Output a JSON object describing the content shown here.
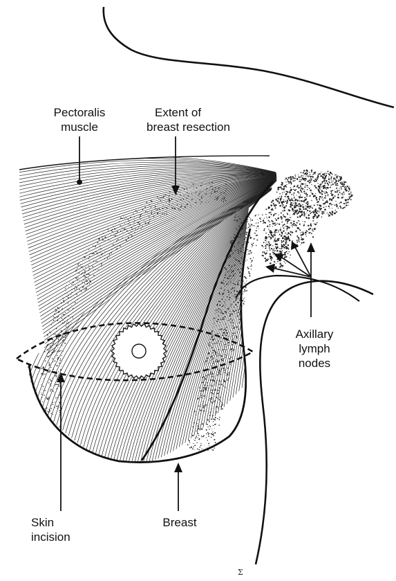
{
  "labels": {
    "pectoralis": [
      "Pectoralis",
      "muscle"
    ],
    "resection": [
      "Extent of",
      "breast resection"
    ],
    "axillary": [
      "Axillary",
      "lymph",
      "nodes"
    ],
    "skin_incision": [
      "Skin",
      "incision"
    ],
    "breast": [
      "Breast"
    ]
  },
  "signature": "Σ",
  "colors": {
    "ink": "#111111",
    "paper": "#ffffff"
  }
}
